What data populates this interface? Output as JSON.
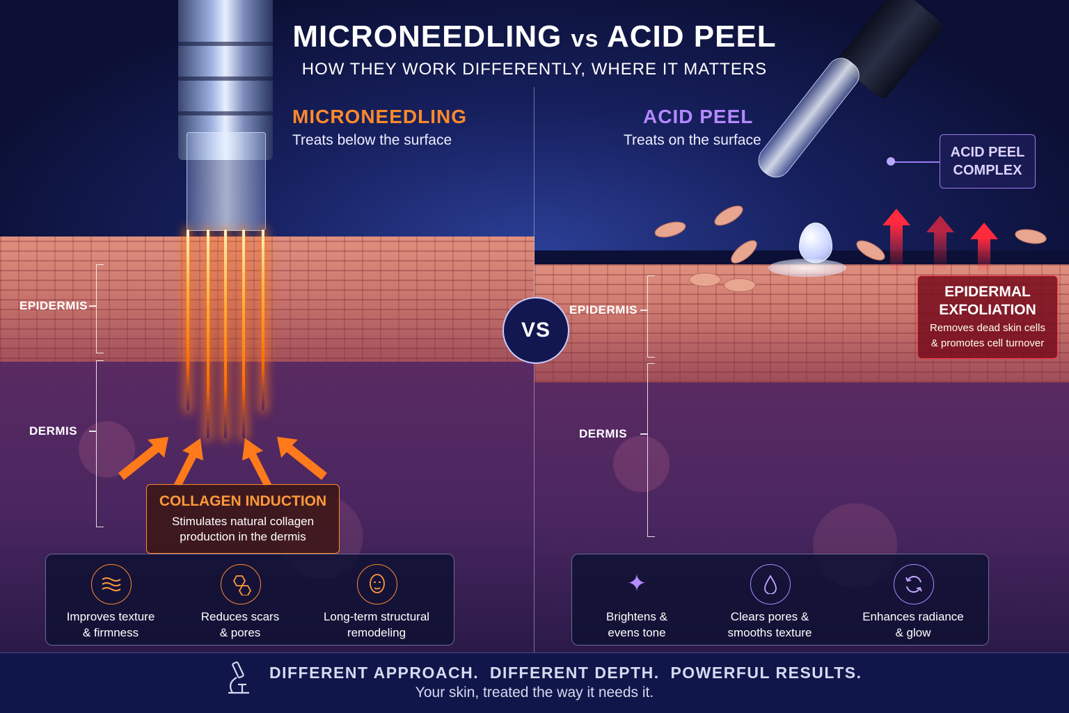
{
  "header": {
    "title_part1": "MICRONEEDLING ",
    "title_vs": "vs",
    "title_part2": " ACID PEEL",
    "subtitle": "HOW THEY WORK DIFFERENTLY, WHERE IT MATTERS"
  },
  "microneedling": {
    "title": "MICRONEEDLING",
    "subtitle": "Treats below the surface",
    "layers": {
      "epidermis": "EPIDERMIS",
      "dermis": "DERMIS"
    },
    "callout": {
      "title": "COLLAGEN INDUCTION",
      "line1": "Stimulates natural collagen",
      "line2": "production in the dermis"
    },
    "benefits": [
      {
        "icon": "waves-icon",
        "line1": "Improves texture",
        "line2": "& firmness"
      },
      {
        "icon": "molecule-icon",
        "line1": "Reduces scars",
        "line2": "& pores"
      },
      {
        "icon": "face-icon",
        "line1": "Long-term structural",
        "line2": "remodeling"
      }
    ],
    "accent_color": "#ff8a2a"
  },
  "vs_badge": "VS",
  "acid_peel": {
    "title": "ACID PEEL",
    "subtitle": "Treats on the surface",
    "layers": {
      "epidermis": "EPIDERMIS",
      "dermis": "DERMIS"
    },
    "complex_label": {
      "line1": "ACID PEEL",
      "line2": "COMPLEX"
    },
    "callout": {
      "title_line1": "EPIDERMAL",
      "title_line2": "EXFOLIATION",
      "line1": "Removes dead skin cells",
      "line2": "& promotes cell turnover"
    },
    "benefits": [
      {
        "icon": "sparkles-icon",
        "line1": "Brightens &",
        "line2": "evens tone"
      },
      {
        "icon": "pore-drop-icon",
        "line1": "Clears pores &",
        "line2": "smooths texture"
      },
      {
        "icon": "refresh-icon",
        "line1": "Enhances radiance",
        "line2": "& glow"
      }
    ],
    "accent_color": "#a98cff",
    "callout_color": "#ff4048"
  },
  "footer": {
    "icon": "microscope-icon",
    "headline": "DIFFERENT APPROACH.  DIFFERENT DEPTH.  POWERFUL RESULTS.",
    "tagline": "Your skin, treated the way it needs it."
  }
}
